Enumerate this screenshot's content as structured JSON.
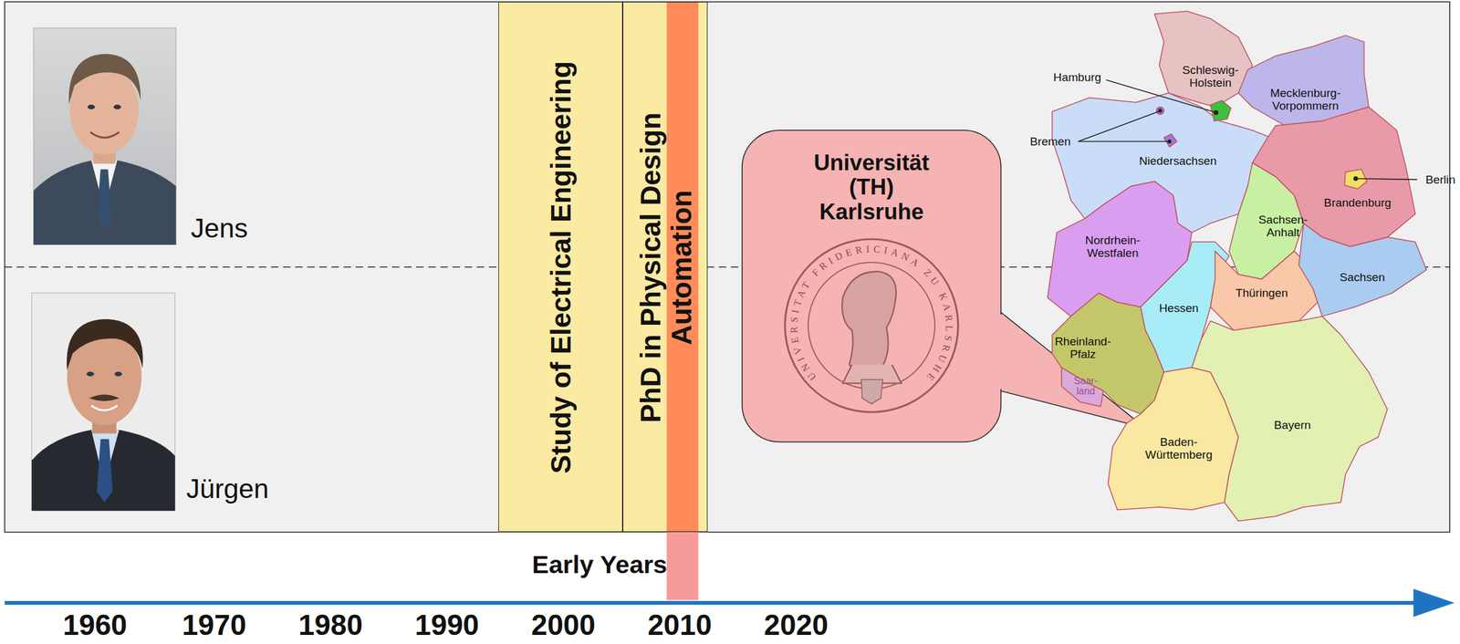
{
  "diagram": {
    "nodes": [
      {
        "text": [
          "Study of Electrical Engineering"
        ]
      },
      {
        "text": [
          "PhD in Physical Design Automation"
        ]
      },
      {
        "text": [
          "Universität (TH) Karlsruhe"
        ]
      }
    ],
    "labels": [
      "Jens",
      "Jürgen",
      "Early Years",
      "1960",
      "1970",
      "1980",
      "1990",
      "2000",
      "2010",
      "2020",
      "Hamburg",
      "Bremen",
      "Berlin",
      "Schleswig- Holstein",
      "Mecklenburg- Vorpommern",
      "Niedersachsen",
      "Brandenburg",
      "Sachsen- Anhalt",
      "Nordrhein- Westfalen",
      "Hessen",
      "Thüringen",
      "Sachsen",
      "Rheinland- Pfalz",
      "Saar- land",
      "Baden- Württemberg",
      "Bayern",
      "UNIVERSITAT FRIDERICIANA ZU KARLSRUHE"
    ]
  }
}
